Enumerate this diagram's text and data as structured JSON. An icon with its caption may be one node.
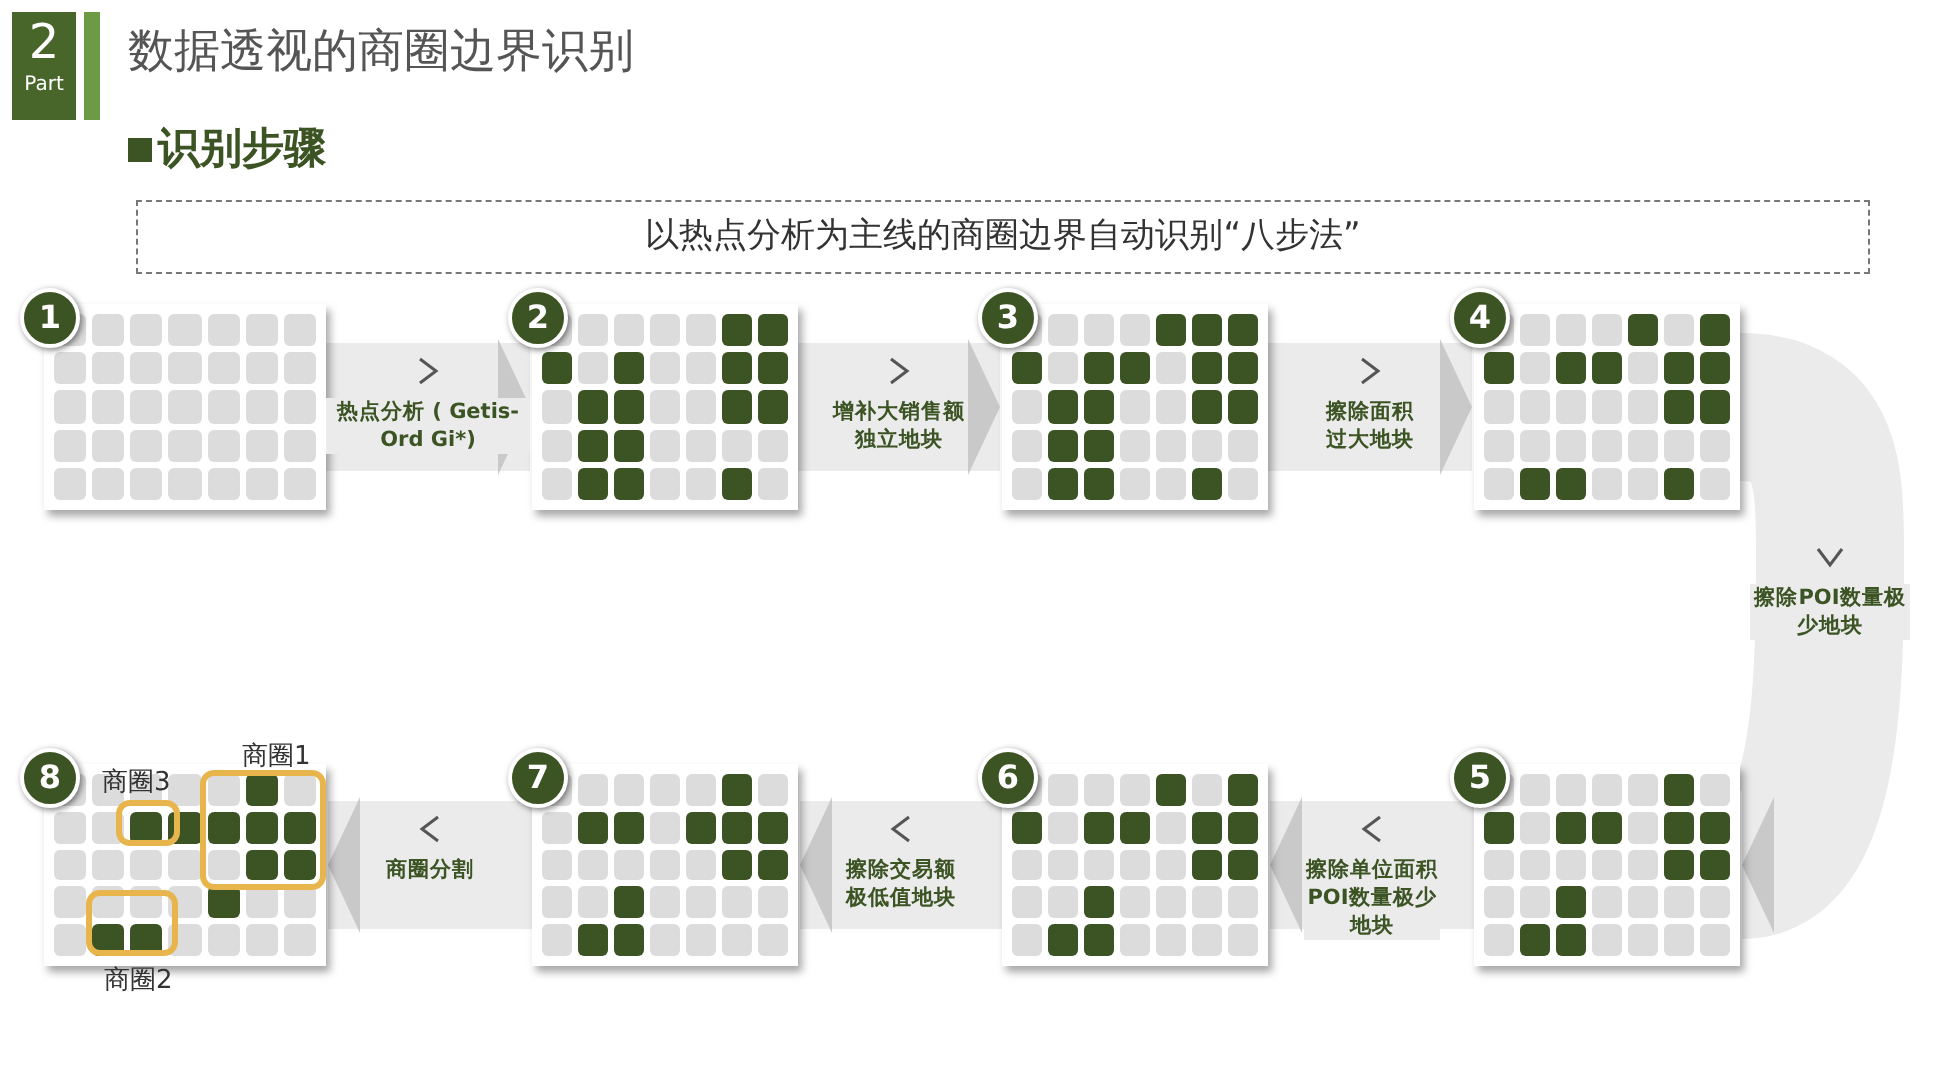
{
  "diagram": {
    "title": "数据透视的商圈边界识别",
    "nodes": [
      {
        "text": [
          "以热点分析为主线的商圈边界自动识别“八步法”"
        ]
      },
      {
        "text": [
          "1"
        ]
      },
      {
        "text": [
          "2"
        ]
      },
      {
        "text": [
          "3"
        ]
      },
      {
        "text": [
          "4"
        ]
      },
      {
        "text": [
          "5"
        ]
      },
      {
        "text": [
          "6"
        ]
      },
      {
        "text": [
          "7"
        ]
      },
      {
        "text": [
          "8"
        ]
      },
      {
        "text": [
          "商圈1"
        ],
        "in": 8
      },
      {
        "text": [
          "商圈3"
        ],
        "in": 8
      },
      {
        "text": [
          "商圈2"
        ],
        "in": 8
      }
    ],
    "edges": [
      {
        "from": 1,
        "to": 2,
        "arrow": "to",
        "label": "热点分析 ( Getis-Ord Gi*)"
      },
      {
        "from": 2,
        "to": 3,
        "arrow": "to",
        "label": "增补大销售额独立地块"
      },
      {
        "from": 3,
        "to": 4,
        "arrow": "to",
        "label": "擦除面积过大地块"
      },
      {
        "from": 4,
        "to": 5,
        "arrow": "to",
        "label": "擦除POI数量极少地块"
      },
      {
        "from": 5,
        "to": 6,
        "arrow": "to",
        "label": "擦除单位面积POI数量极少地块"
      },
      {
        "from": 6,
        "to": 7,
        "arrow": "to",
        "label": "擦除交易额极低值地块"
      },
      {
        "from": 7,
        "to": 8,
        "arrow": "to",
        "label": "商圈分割"
      }
    ],
    "labels": [
      "2",
      "Part",
      "识别步骤"
    ]
  }
}
